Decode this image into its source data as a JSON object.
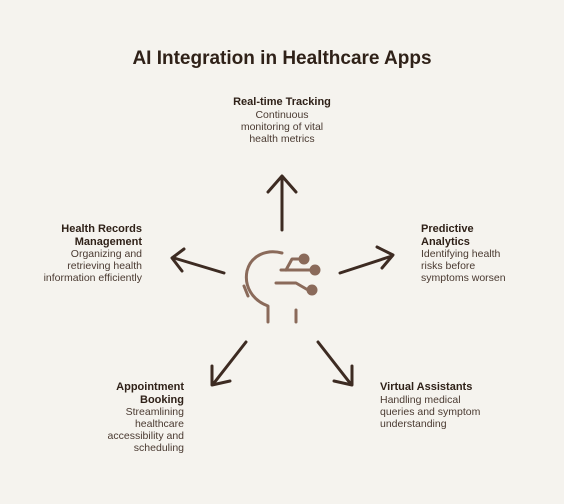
{
  "title": "AI Integration in Healthcare Apps",
  "nodes": {
    "tracking": {
      "heading": "Real-time Tracking",
      "desc": [
        "Continuous",
        "monitoring of vital",
        "health metrics"
      ]
    },
    "records": {
      "heading": [
        "Health Records",
        "Management"
      ],
      "desc": [
        "Organizing and",
        "retrieving health",
        "information efficiently"
      ]
    },
    "predictive": {
      "heading": [
        "Predictive",
        "Analytics"
      ],
      "desc": [
        "Identifying health",
        "risks before",
        "symptoms worsen"
      ]
    },
    "appointment": {
      "heading": [
        "Appointment",
        "Booking"
      ],
      "desc": [
        "Streamlining",
        "healthcare",
        "accessibility and",
        "scheduling"
      ]
    },
    "assistants": {
      "heading": "Virtual Assistants",
      "desc": [
        "Handling medical",
        "queries and symptom",
        "understanding"
      ]
    }
  },
  "colors": {
    "arrow": "#3d2b22",
    "icon": "#8a6a5a",
    "background": "#f5f3ee"
  },
  "center_icon": "ai-head-circuit-icon"
}
